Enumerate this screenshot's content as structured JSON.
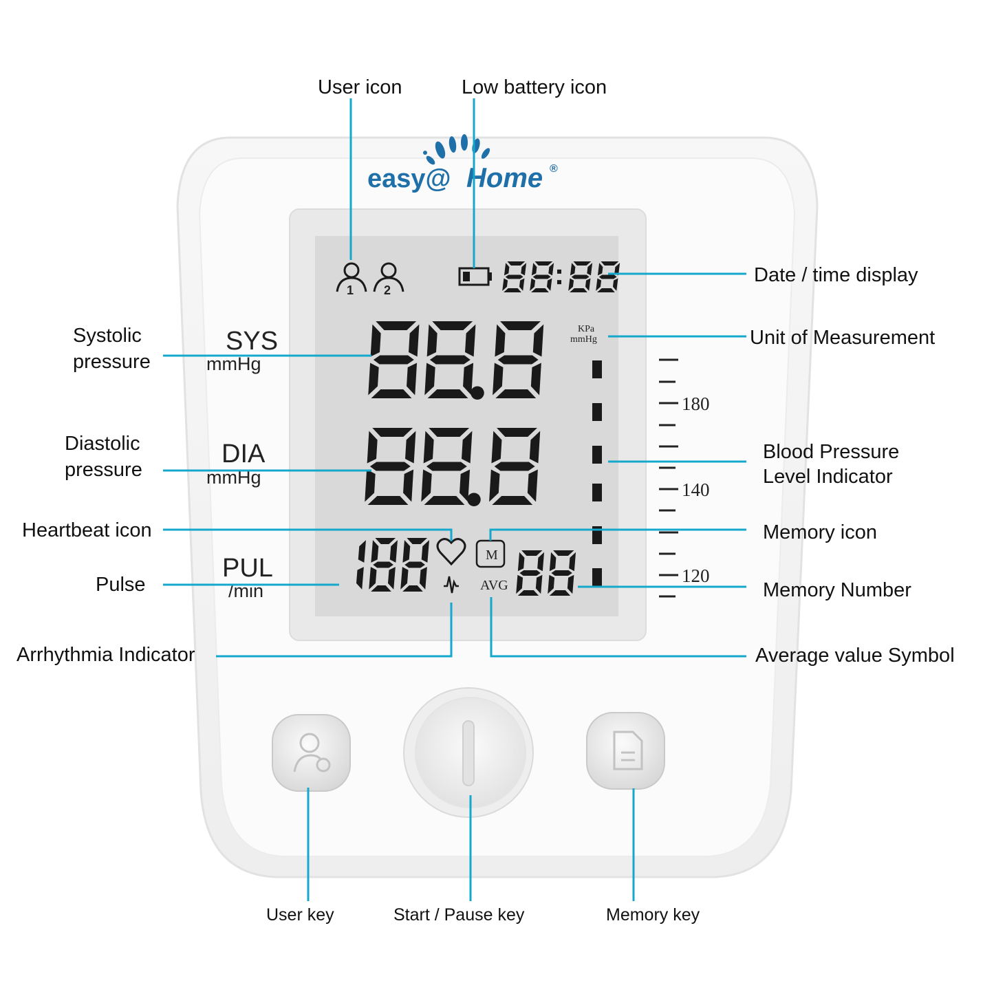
{
  "brand": {
    "name_left": "easy@",
    "name_right": "Home",
    "registered": "®"
  },
  "colors": {
    "leader_line": "#13a8cc",
    "brand_blue": "#1f6fa8",
    "lcd_background": "#d9d9d9"
  },
  "lcd": {
    "sys_label": "SYS",
    "sys_unit": "mmHg",
    "dia_label": "DIA",
    "dia_unit": "mmHg",
    "pul_label": "PUL",
    "pul_unit": "/min",
    "sys_digits": "88.8",
    "dia_digits": "88.8",
    "pulse_digits": "188",
    "memory_digits": "88",
    "time_digits": "88:88",
    "unit_kpa": "KPa",
    "unit_mmhg": "mmHg",
    "user1": "1",
    "user2": "2",
    "memory_letter": "M",
    "avg_label": "AVG"
  },
  "scale": {
    "ticks": [
      "180",
      "140",
      "120"
    ]
  },
  "annotations": {
    "user_icon": "User icon",
    "low_battery_icon": "Low battery icon",
    "date_time_display": "Date / time display",
    "unit_of_measurement": "Unit of Measurement",
    "systolic_line1": "Systolic",
    "systolic_line2": "pressure",
    "diastolic_line1": "Diastolic",
    "diastolic_line2": "pressure",
    "blood_pressure_line1": "Blood Pressure",
    "blood_pressure_line2": "Level Indicator",
    "heartbeat_icon": "Heartbeat icon",
    "memory_icon": "Memory icon",
    "pulse": "Pulse",
    "memory_number": "Memory Number",
    "arrhythmia_indicator": "Arrhythmia Indicator",
    "average_value_symbol": "Average value Symbol",
    "user_key": "User key",
    "start_pause_key": "Start / Pause key",
    "memory_key": "Memory key"
  },
  "icons": [
    "user-1-icon",
    "user-2-icon",
    "battery-icon",
    "heart-icon",
    "arrhythmia-icon",
    "memory-icon",
    "user-key-icon",
    "memory-key-icon"
  ]
}
